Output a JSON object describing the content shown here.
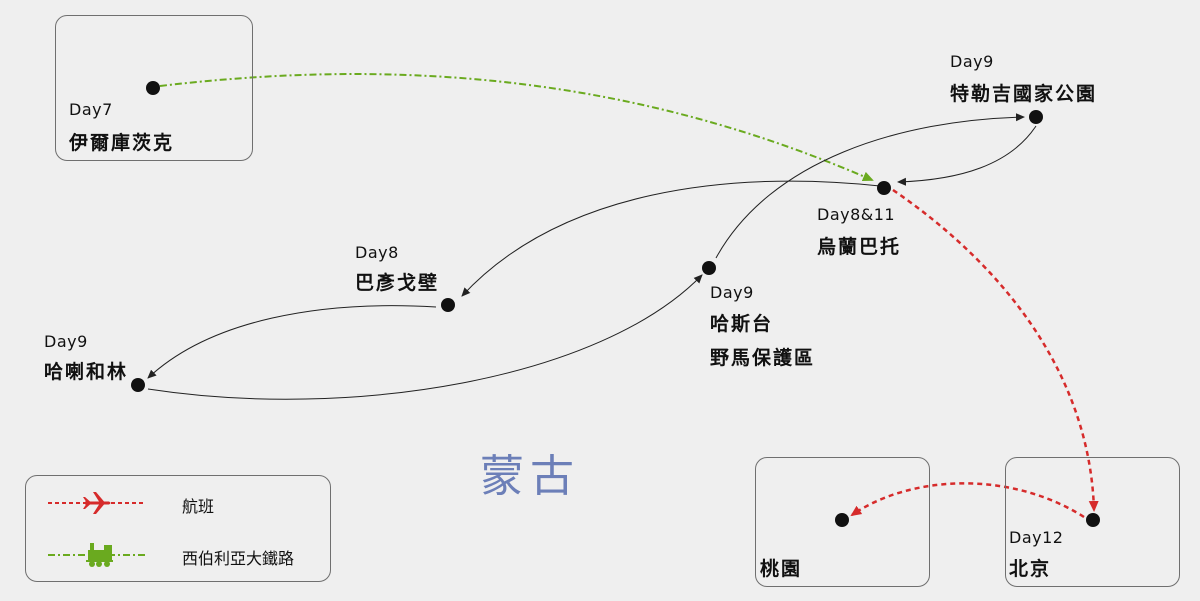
{
  "region_label": "蒙古",
  "legend": {
    "flight_label": "航班",
    "rail_label": "西伯利亞大鐵路",
    "flight_icon": "airplane-icon",
    "rail_icon": "train-icon",
    "flight_color": "#d62b2b",
    "rail_color": "#6aaa1f"
  },
  "stops": {
    "irkutsk": {
      "day": "Day7",
      "name": "伊爾庫茨克"
    },
    "terelj": {
      "day": "Day9",
      "name": "特勒吉國家公園"
    },
    "ulaanbaatar": {
      "day": "Day8&11",
      "name": "烏蘭巴托"
    },
    "gobi": {
      "day": "Day8",
      "name": "巴彥戈壁"
    },
    "hustai": {
      "day": "Day9",
      "name_line1": "哈斯台",
      "name_line2": "野馬保護區"
    },
    "karakorum": {
      "day": "Day9",
      "name": "哈喇和林"
    },
    "beijing": {
      "day": "Day12",
      "name": "北京"
    },
    "taoyuan": {
      "name": "桃園"
    }
  },
  "colors": {
    "background": "#efefef",
    "route": "#222222",
    "region": "#6c7fb8"
  }
}
